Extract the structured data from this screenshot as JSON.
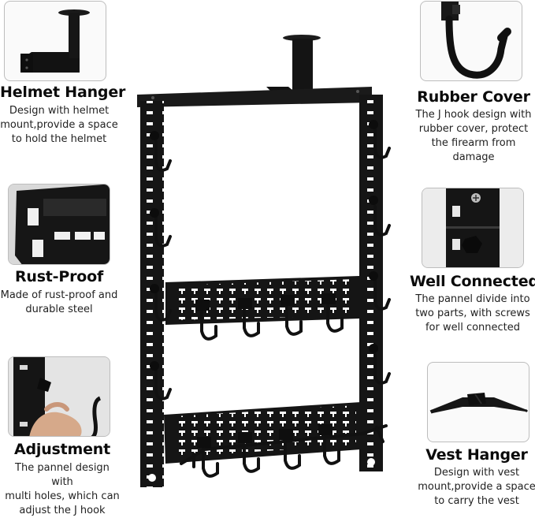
{
  "features": {
    "helmet": {
      "title": "Helmet Hanger",
      "desc": "Design with helmet\nmount,provide a space\nto hold the helmet",
      "icon": "helmet-hanger-icon"
    },
    "rust": {
      "title": "Rust-Proof",
      "desc": "Made of rust-proof and\ndurable steel",
      "icon": "steel-panel-closeup"
    },
    "adjust": {
      "title": "Adjustment",
      "desc": "The pannel design with\nmulti holes, which can\nadjust the J hook",
      "icon": "hand-adjust-hook"
    },
    "rubber": {
      "title": "Rubber Cover",
      "desc": "The J hook design with\nrubber cover, protect\nthe firearm from\ndamage",
      "icon": "j-hook-icon"
    },
    "connected": {
      "title": "Well Connected",
      "desc": "The pannel divide into\ntwo parts, with screws\nfor well connected",
      "icon": "screw-joint-closeup"
    },
    "vest": {
      "title": "Vest Hanger",
      "desc": "Design with vest\nmount,provide a space\nto carry the vest",
      "icon": "vest-hanger-icon"
    }
  },
  "colors": {
    "metal": "#151515",
    "panel_bg": "#f2f2f2",
    "border": "#bdbdbd",
    "text": "#111111"
  }
}
